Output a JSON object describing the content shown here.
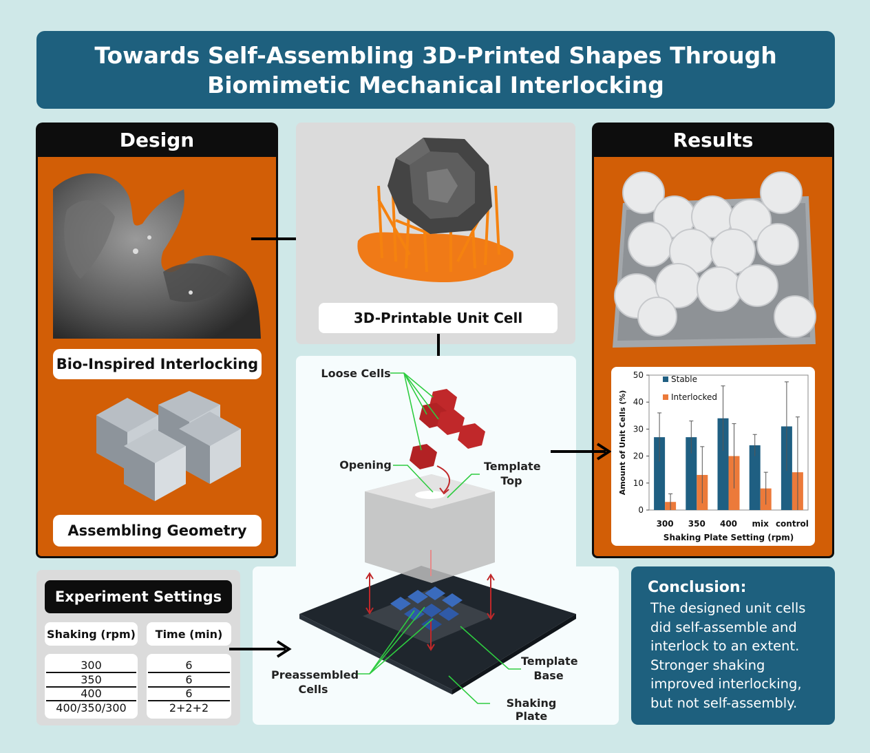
{
  "title": "Towards Self-Assembling 3D-Printed Shapes Through Biomimetic Mechanical Interlocking",
  "design": {
    "header": "Design",
    "label_bio": "Bio-Inspired Interlocking",
    "label_geometry": "Assembling Geometry"
  },
  "unit_cell": {
    "label": "3D-Printable Unit Cell"
  },
  "assembly": {
    "loose_cells": "Loose Cells",
    "opening": "Opening",
    "template_top": "Template Top",
    "preassembled_cells": "Preassembled Cells",
    "template_base": "Template Base",
    "shaking_plate": "Shaking Plate"
  },
  "results": {
    "header": "Results"
  },
  "experiment": {
    "header": "Experiment Settings",
    "col_shaking": "Shaking (rpm)",
    "col_time": "Time (min)",
    "shaking_values": [
      "300",
      "350",
      "400",
      "400/350/300"
    ],
    "time_values": [
      "6",
      "6",
      "6",
      "2+2+2"
    ]
  },
  "conclusion": {
    "heading": "Conclusion:",
    "text": "The designed unit cells did self-assemble and interlock to an extent. Stronger shaking improved interlocking, but not self-assembly."
  },
  "colors": {
    "title_blue": "#1e607e",
    "orange": "#d25e06",
    "stable": "#1f5f82",
    "interlocked": "#ec7a3a"
  },
  "chart_data": {
    "type": "bar",
    "categories": [
      "300",
      "350",
      "400",
      "mix",
      "control"
    ],
    "series": [
      {
        "name": "Stable",
        "values": [
          27,
          27,
          34,
          24,
          31
        ],
        "error": [
          9,
          6,
          12,
          4,
          16.5
        ]
      },
      {
        "name": "Interlocked",
        "values": [
          3,
          13,
          20,
          8,
          14
        ],
        "error": [
          3,
          10.5,
          12,
          6,
          20.5
        ]
      }
    ],
    "xlabel": "Shaking Plate Setting (rpm)",
    "ylabel": "Amount of Unit Cells (%)",
    "ylim": [
      0,
      50
    ],
    "yticks": [
      0,
      10,
      20,
      30,
      40,
      50
    ],
    "legend": "top-left"
  }
}
